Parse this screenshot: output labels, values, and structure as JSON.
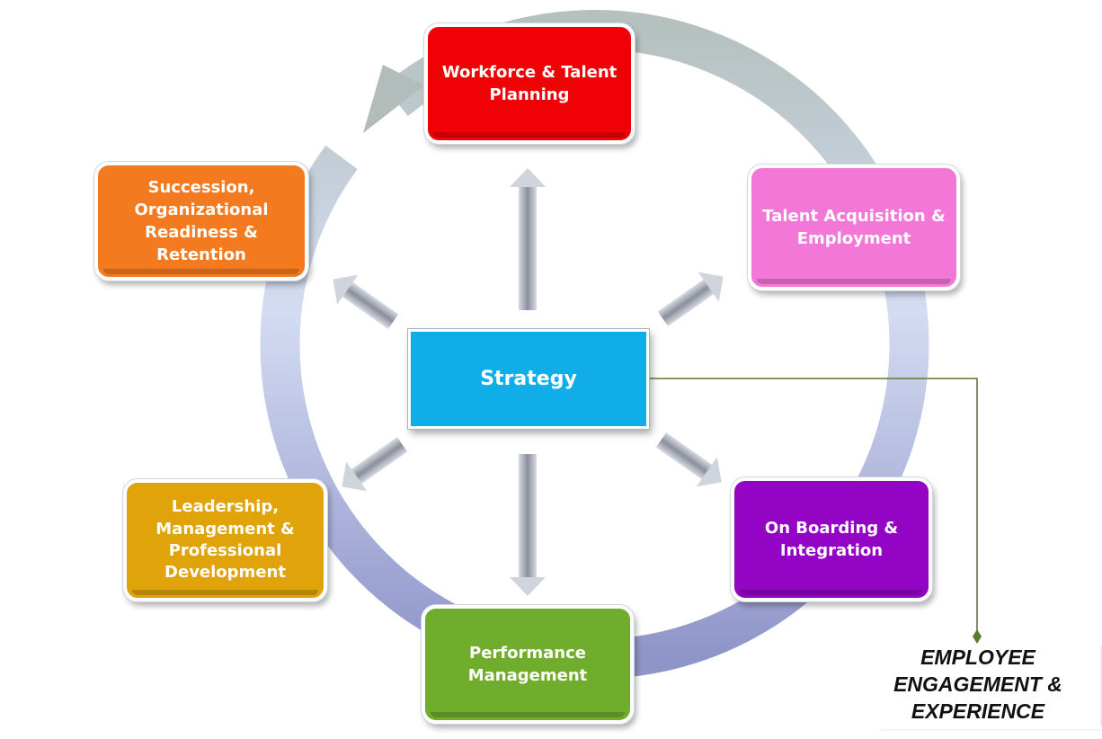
{
  "center": {
    "label": "Strategy"
  },
  "nodes": {
    "workforce": {
      "lines": [
        "Workforce & Talent",
        "Planning"
      ],
      "color": "#f10006"
    },
    "acquisition": {
      "lines": [
        "Talent Acquisition &",
        "Employment"
      ],
      "color": "#f377d6"
    },
    "onboarding": {
      "lines": [
        "On Boarding &",
        "Integration"
      ],
      "color": "#9304c4"
    },
    "performance": {
      "lines": [
        "Performance",
        "Management"
      ],
      "color": "#71ad2c"
    },
    "leadership": {
      "lines": [
        "Leadership,",
        "Management &",
        "Professional",
        "Development"
      ],
      "color": "#e0a30a"
    },
    "succession": {
      "lines": [
        "Succession,",
        "Organizational",
        "Readiness &",
        "Retention"
      ],
      "color": "#f47a1f"
    }
  },
  "callout": {
    "lines": [
      "EMPLOYEE",
      "ENGAGEMENT &",
      "EXPERIENCE"
    ],
    "line_color": "#5a7a2e"
  }
}
